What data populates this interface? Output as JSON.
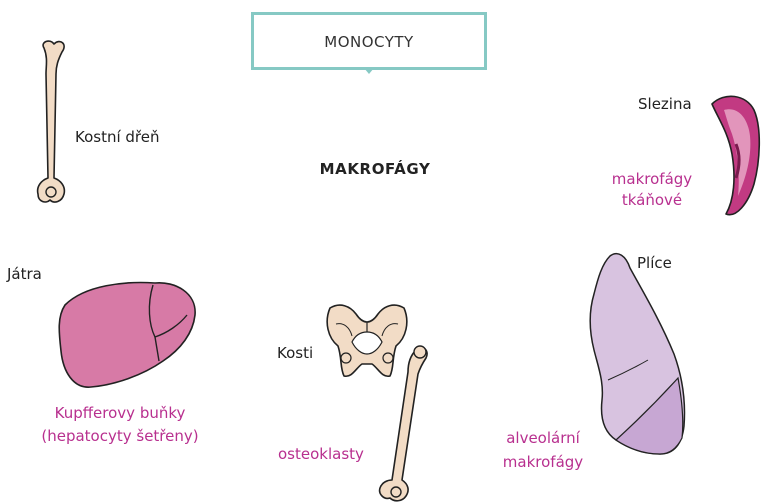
{
  "top_box": {
    "label": "MONOCYTY"
  },
  "center": {
    "label": "MAKROFÁGY"
  },
  "nodes": {
    "bone_marrow": {
      "label": "Kostní dřeň"
    },
    "spleen": {
      "label": "Slezina",
      "note": "makrofágy tkáňové",
      "note_lines": [
        "makrofágy",
        "tkáňové"
      ]
    },
    "liver": {
      "label": "Játra",
      "note": "Kupfferovy buňky (hepatocyty šetřeny)",
      "note_lines": [
        "Kupfferovy buňky",
        "(hepatocyty šetřeny)"
      ]
    },
    "bones": {
      "label": "Kosti",
      "note": "osteoklasty"
    },
    "lungs": {
      "label": "Plíce",
      "note": "alveolární makrofágy",
      "note_lines": [
        "alveolární",
        "makrofágy"
      ]
    }
  },
  "colors": {
    "box_border": "#86c9c4",
    "accent_text": "#b8308f",
    "bone": "#f2dcc6",
    "liver": "#d77aa6",
    "spleen": "#c23a82",
    "lung": "#d8c3e0"
  }
}
